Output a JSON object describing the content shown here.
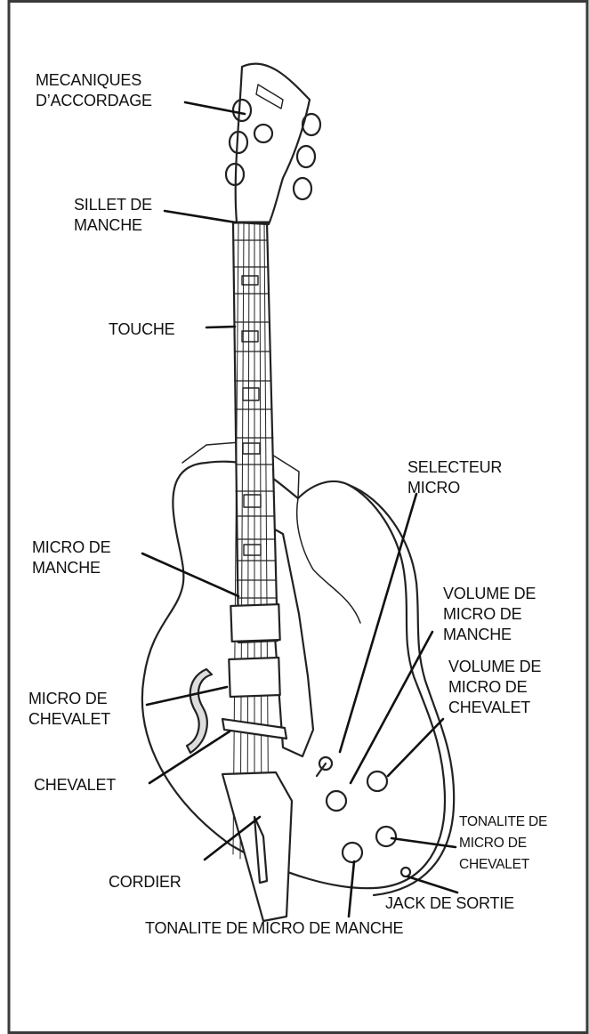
{
  "colors": {
    "line": "#222222",
    "frame": "#3a3a3a",
    "background": "#ffffff"
  },
  "labels": {
    "tuners": [
      "MECANIQUES",
      "D’ACCORDAGE"
    ],
    "nut": [
      "SILLET DE",
      "MANCHE"
    ],
    "fretboard": "TOUCHE",
    "selector": [
      "SELECTEUR",
      "MICRO"
    ],
    "neck_pickup": [
      "MICRO DE",
      "MANCHE"
    ],
    "neck_volume": [
      "VOLUME DE",
      "MICRO DE",
      "MANCHE"
    ],
    "bridge_volume": [
      "VOLUME DE",
      "MICRO DE",
      "CHEVALET"
    ],
    "bridge_pickup": [
      "MICRO DE",
      "CHEVALET"
    ],
    "bridge": "CHEVALET",
    "bridge_tone": [
      "TONALITE DE",
      "MICRO DE",
      "CHEVALET"
    ],
    "tailpiece": "CORDIER",
    "output_jack": "JACK DE SORTIE",
    "neck_tone": "TONALITE DE MICRO DE MANCHE"
  }
}
